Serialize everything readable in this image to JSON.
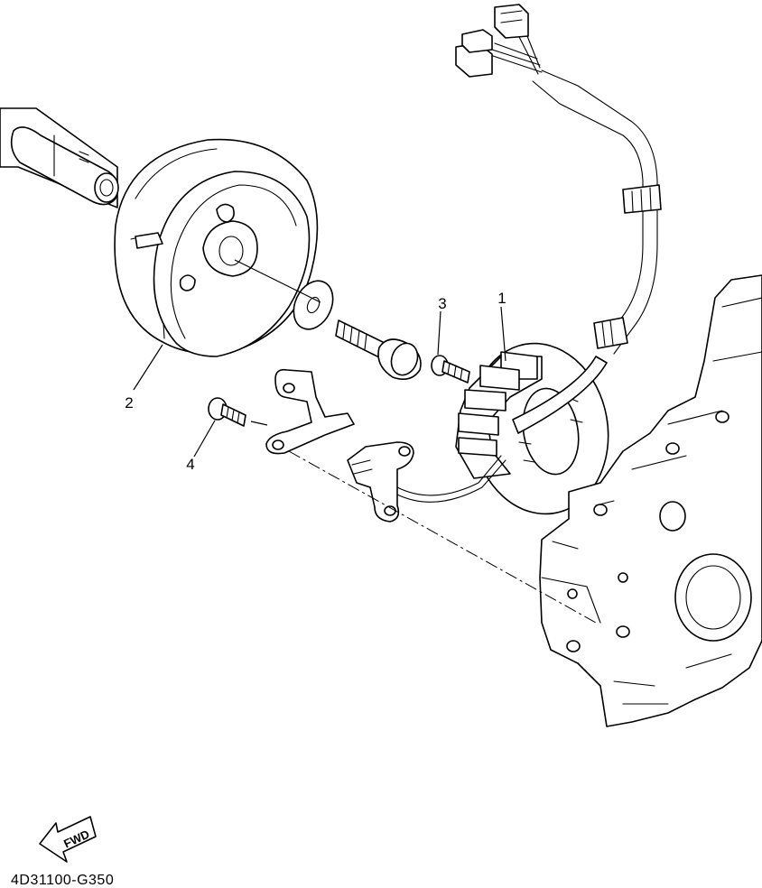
{
  "callouts": [
    {
      "number": "1",
      "part": "stator-assembly"
    },
    {
      "number": "2",
      "part": "rotor-assembly"
    },
    {
      "number": "3",
      "part": "stator-screw"
    },
    {
      "number": "4",
      "part": "pickup-coil-screw"
    }
  ],
  "fwd_label": "FWD",
  "diagram_code": "4D31100-G350"
}
